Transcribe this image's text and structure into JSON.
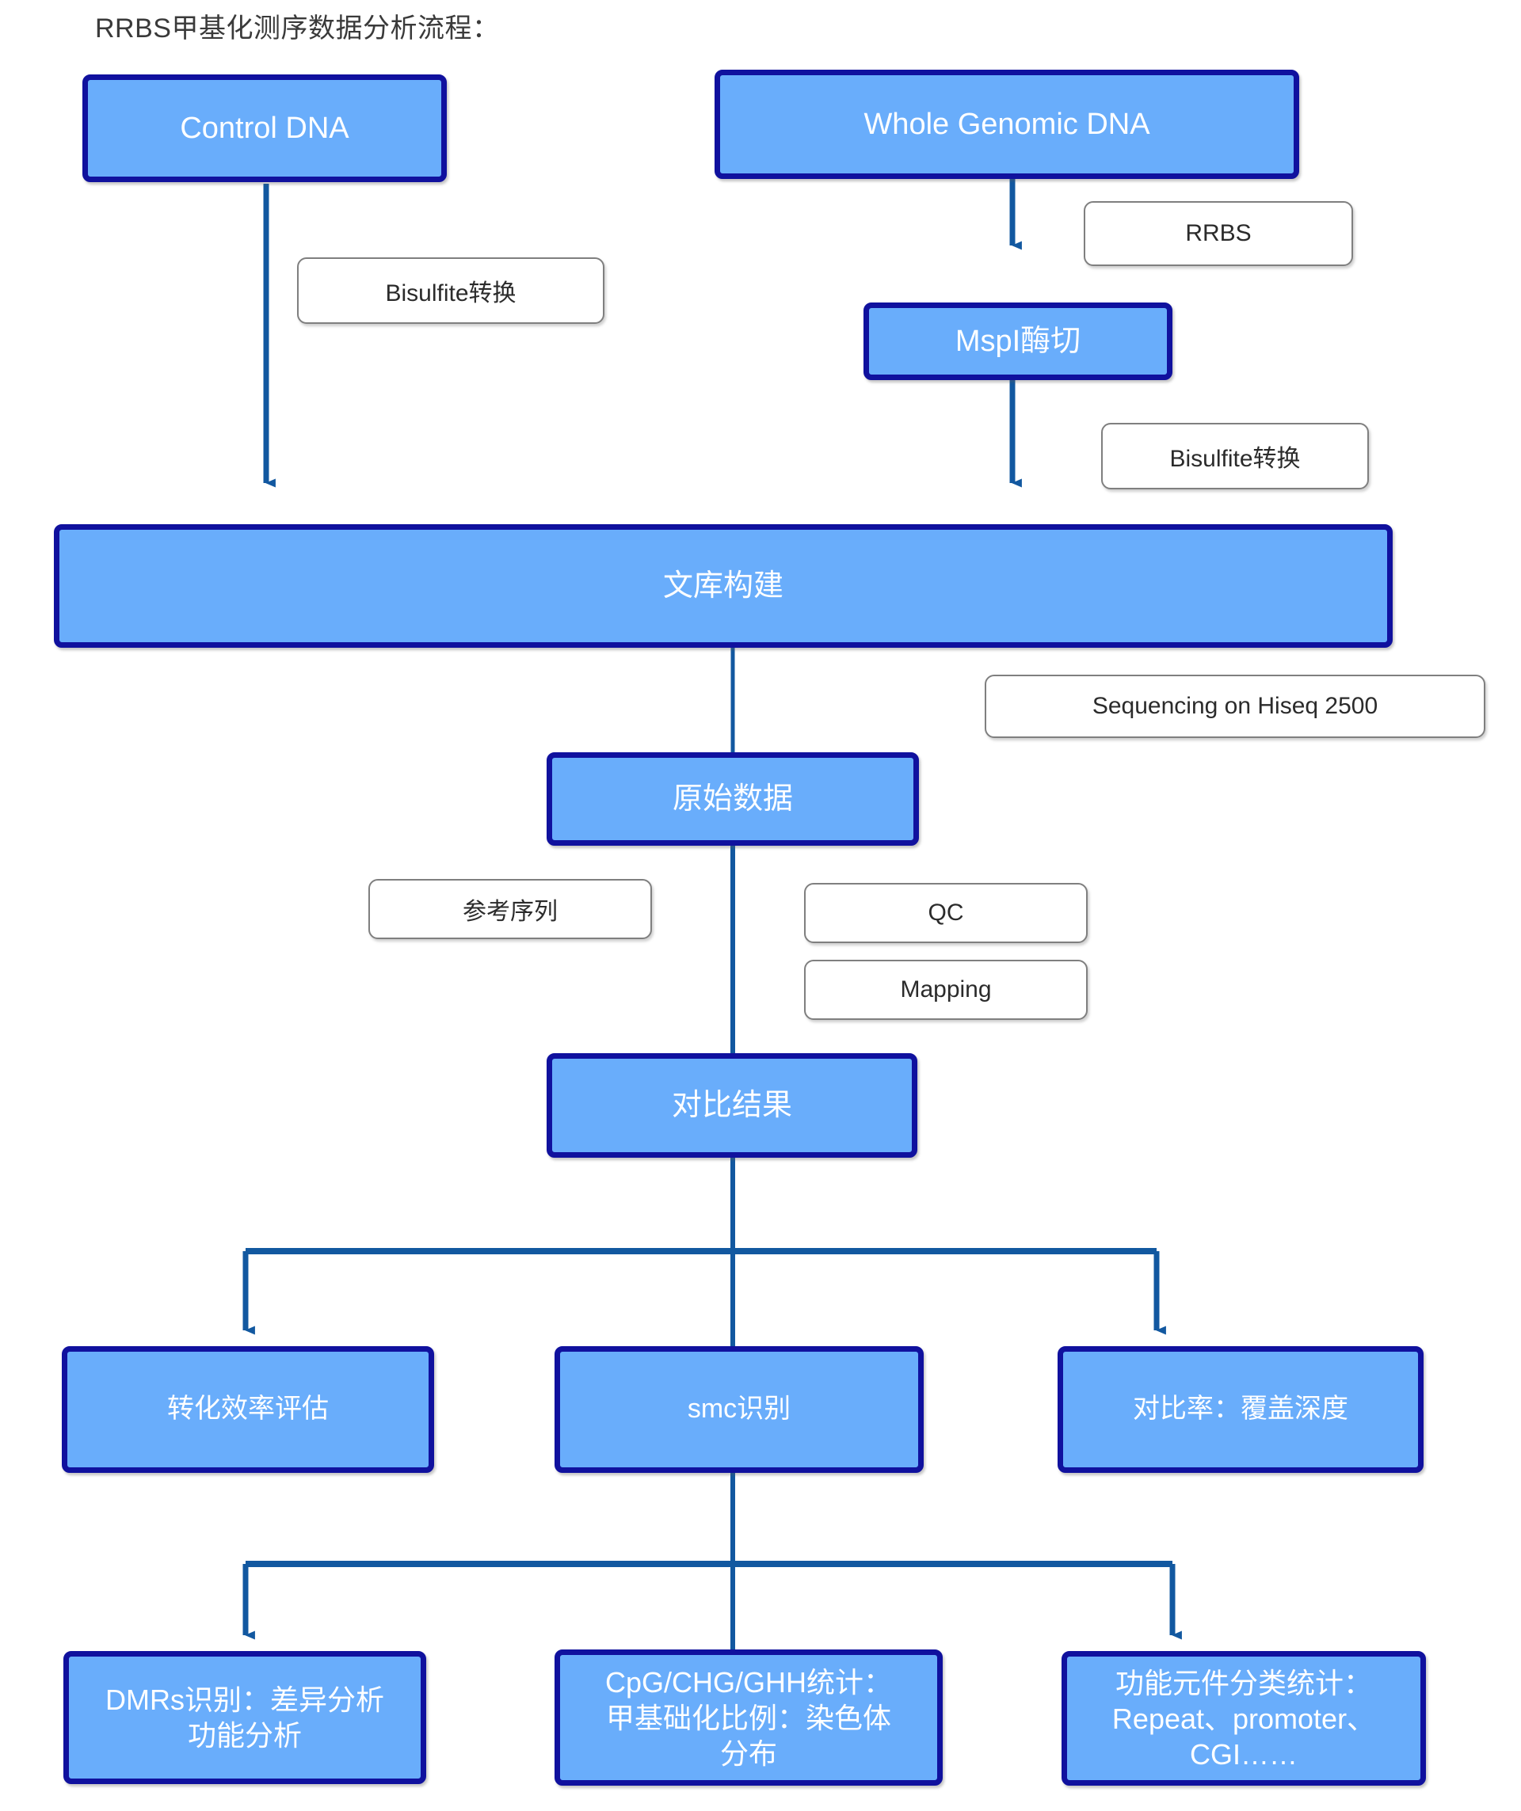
{
  "title": "RRBS甲基化测序数据分析流程：",
  "colors": {
    "node_fill": "#69ADFB",
    "node_border": "#10119E",
    "node_text": "#FFFFFF",
    "label_fill": "#FFFFFF",
    "label_border": "#7F7F7F",
    "label_text": "#2B2B2B",
    "connector": "#1258A0",
    "title_text": "#3A3A3A",
    "background": "#FFFFFF"
  },
  "nodes": {
    "control_dna": "Control DNA",
    "whole_genomic_dna": "Whole Genomic DNA",
    "mspi": "MspI酶切",
    "library": "文库构建",
    "raw_data": "原始数据",
    "align_result": "对比结果",
    "conversion_eff": "转化效率评估",
    "smc": "smc识别",
    "align_rate": "对比率：覆盖深度",
    "dmrs": "DMRs识别：差异分析\n功能分析",
    "cpg_stats": "CpG/CHG/GHH统计：\n甲基础化比例：染色体\n分布",
    "func_elements": "功能元件分类统计：\nRepeat、promoter、\nCGI……"
  },
  "labels": {
    "bisulfite_left": "Bisulfite转换",
    "rrbs": "RRBS",
    "bisulfite_right": "Bisulfite转换",
    "sequencing": "Sequencing on Hiseq 2500",
    "reference": "参考序列",
    "qc": "QC",
    "mapping": "Mapping"
  }
}
